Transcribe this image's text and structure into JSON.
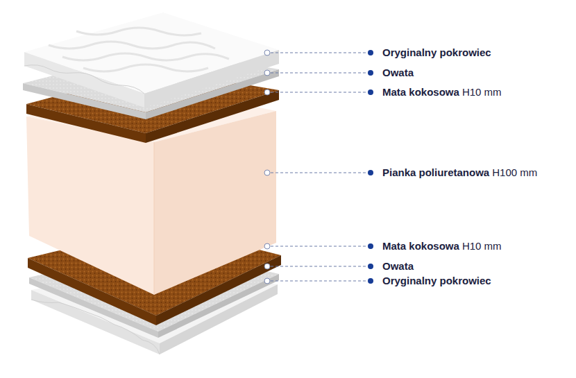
{
  "diagram": {
    "labels": [
      "Oryginalny pokrowiec",
      "Owata",
      "Mata kokosowa",
      "H10 mm",
      "Pianka poliuretanowa",
      "H100 mm",
      "Mata kokosowa",
      "H10 mm",
      "Owata",
      "Oryginalny pokrowiec"
    ]
  }
}
